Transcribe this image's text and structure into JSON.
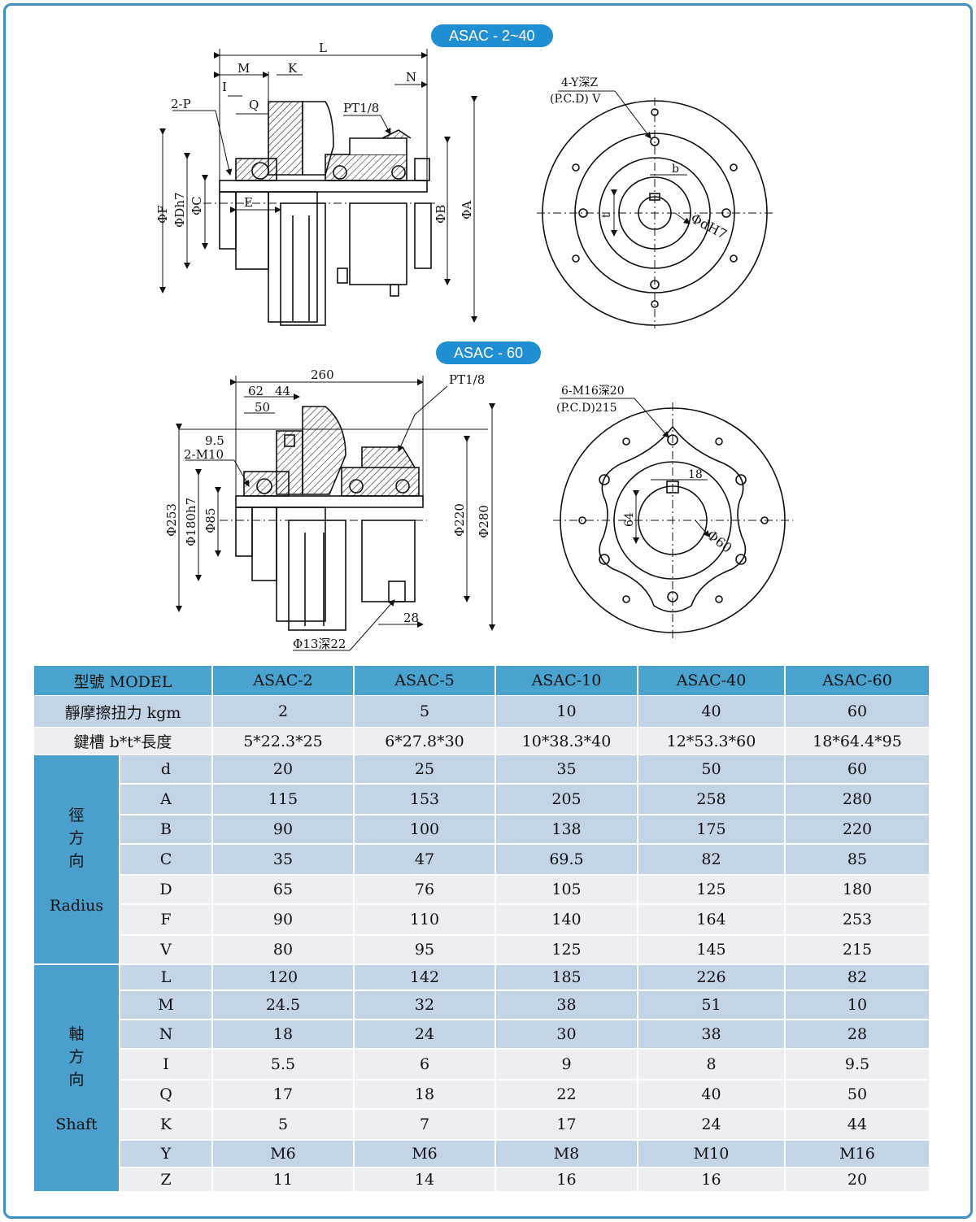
{
  "titles": {
    "top": "ASAC - 2~40",
    "bottom": "ASAC - 60"
  },
  "drawing_top": {
    "L": "L",
    "M": "M",
    "K": "K",
    "N": "N",
    "I": "I",
    "P": "2-P",
    "Q": "Q",
    "PT": "PT1/8",
    "E": "E",
    "F": "ΦF",
    "Dh7": "ΦDh7",
    "C": "ΦC",
    "B": "ΦB",
    "A": "ΦA",
    "Y": "4-Y深Z",
    "PCD": "(P.C.D) V",
    "b": "b",
    "t": "t",
    "dH7": "ΦdH7"
  },
  "drawing_bottom": {
    "d260": "260",
    "d62": "62",
    "d44": "44",
    "d50": "50",
    "d95": "9.5",
    "m10": "2-M10",
    "PT": "PT1/8",
    "f253": "Φ253",
    "f180": "Φ180h7",
    "f85": "Φ85",
    "f220": "Φ220",
    "f280": "Φ280",
    "d28": "28",
    "f13": "Φ13深22",
    "m16": "6-M16深20",
    "pcd": "(P.C.D)215",
    "d18": "18",
    "d64": "64",
    "f60": "Φ60"
  },
  "table": {
    "header": [
      "型號 MODEL",
      "ASAC-2",
      "ASAC-5",
      "ASAC-10",
      "ASAC-40",
      "ASAC-60"
    ],
    "torque": [
      "靜摩擦扭力 kgm",
      "2",
      "5",
      "10",
      "40",
      "60"
    ],
    "keyway": [
      "鍵槽 b*t*長度",
      "5*22.3*25",
      "6*27.8*30",
      "10*38.3*40",
      "12*53.3*60",
      "18*64.4*95"
    ],
    "radius_group": {
      "cn": [
        "徑",
        "方",
        "向"
      ],
      "en": "Radius"
    },
    "shaft_group": {
      "cn": [
        "軸",
        "方",
        "向"
      ],
      "en": "Shaft"
    },
    "radius_rows": [
      [
        "d",
        "20",
        "25",
        "35",
        "50",
        "60"
      ],
      [
        "A",
        "115",
        "153",
        "205",
        "258",
        "280"
      ],
      [
        "B",
        "90",
        "100",
        "138",
        "175",
        "220"
      ],
      [
        "C",
        "35",
        "47",
        "69.5",
        "82",
        "85"
      ],
      [
        "D",
        "65",
        "76",
        "105",
        "125",
        "180"
      ],
      [
        "F",
        "90",
        "110",
        "140",
        "164",
        "253"
      ],
      [
        "V",
        "80",
        "95",
        "125",
        "145",
        "215"
      ]
    ],
    "shaft_rows": [
      [
        "L",
        "120",
        "142",
        "185",
        "226",
        "82"
      ],
      [
        "M",
        "24.5",
        "32",
        "38",
        "51",
        "10"
      ],
      [
        "N",
        "18",
        "24",
        "30",
        "38",
        "28"
      ],
      [
        "I",
        "5.5",
        "6",
        "9",
        "8",
        "9.5"
      ],
      [
        "Q",
        "17",
        "18",
        "22",
        "40",
        "50"
      ],
      [
        "K",
        "5",
        "7",
        "17",
        "24",
        "44"
      ],
      [
        "Y",
        "M6",
        "M6",
        "M8",
        "M10",
        "M16"
      ],
      [
        "Z",
        "11",
        "14",
        "16",
        "16",
        "20"
      ]
    ]
  }
}
